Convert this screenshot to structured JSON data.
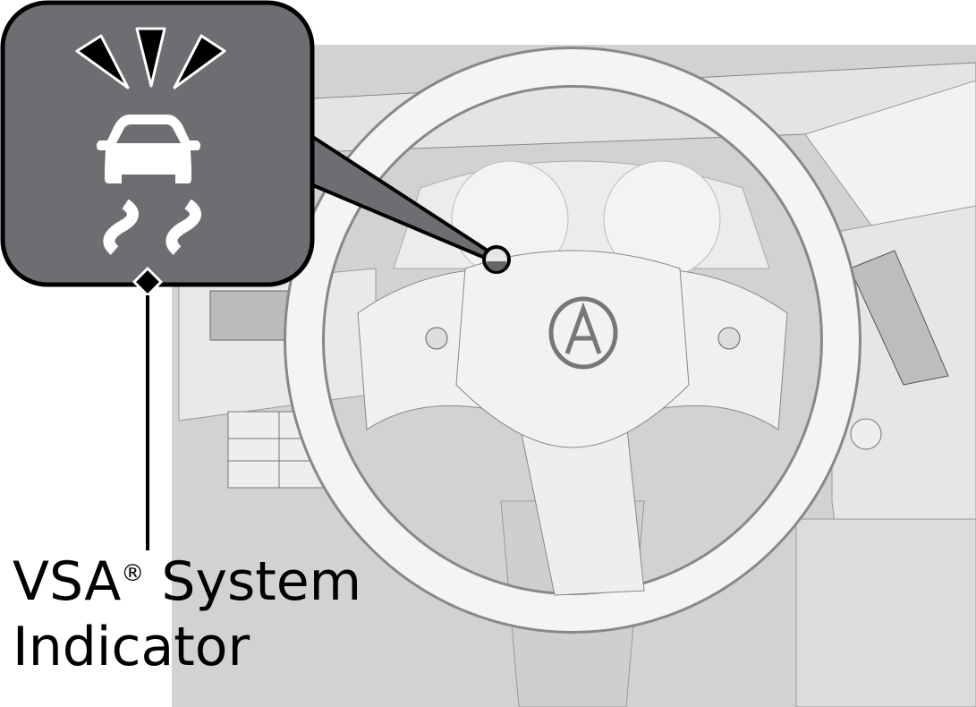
{
  "caption": {
    "line1": "VSA",
    "registered": "®",
    "line1_rest": " System",
    "line2": "Indicator"
  },
  "indicator": {
    "icon": "vsa-skid-car-icon",
    "state": "blinking"
  },
  "colors": {
    "callout_fill": "#6d6e71",
    "scene_bg": "#d1d2d3",
    "line": "#000000"
  }
}
